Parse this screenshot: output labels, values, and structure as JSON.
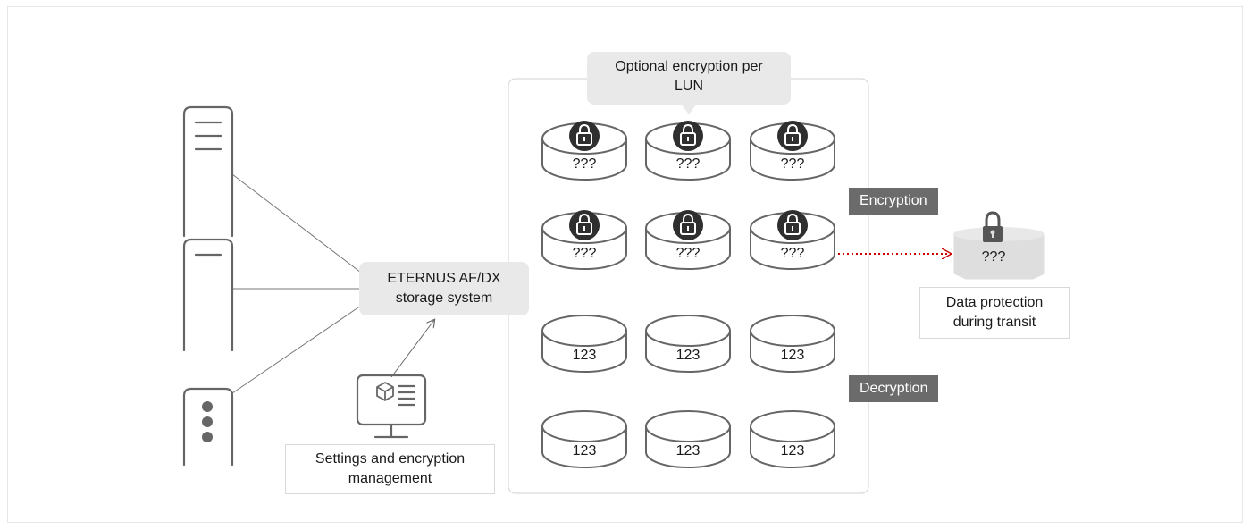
{
  "callouts": {
    "storage_system": "ETERNUS AF/DX storage system",
    "optional_encryption": "Optional encryption per LUN",
    "settings": "Settings and encryption management",
    "data_protection": "Data protection during transit"
  },
  "tags": {
    "encryption": "Encryption",
    "decryption": "Decryption"
  },
  "disk_grid": {
    "encrypted_label": "???",
    "plain_label": "123",
    "rows": [
      [
        "???",
        "???",
        "???"
      ],
      [
        "???",
        "???",
        "???"
      ],
      [
        "123",
        "123",
        "123"
      ],
      [
        "123",
        "123",
        "123"
      ]
    ]
  },
  "transit_disk_label": "???",
  "colors": {
    "arrow": "#cc0000",
    "tag_bg": "#6b6b6b",
    "callout_bg": "#e9e9e9",
    "icon_stroke": "#666666"
  },
  "icons": [
    "server-icon",
    "lock-icon",
    "disk-icon",
    "computer-icon"
  ]
}
